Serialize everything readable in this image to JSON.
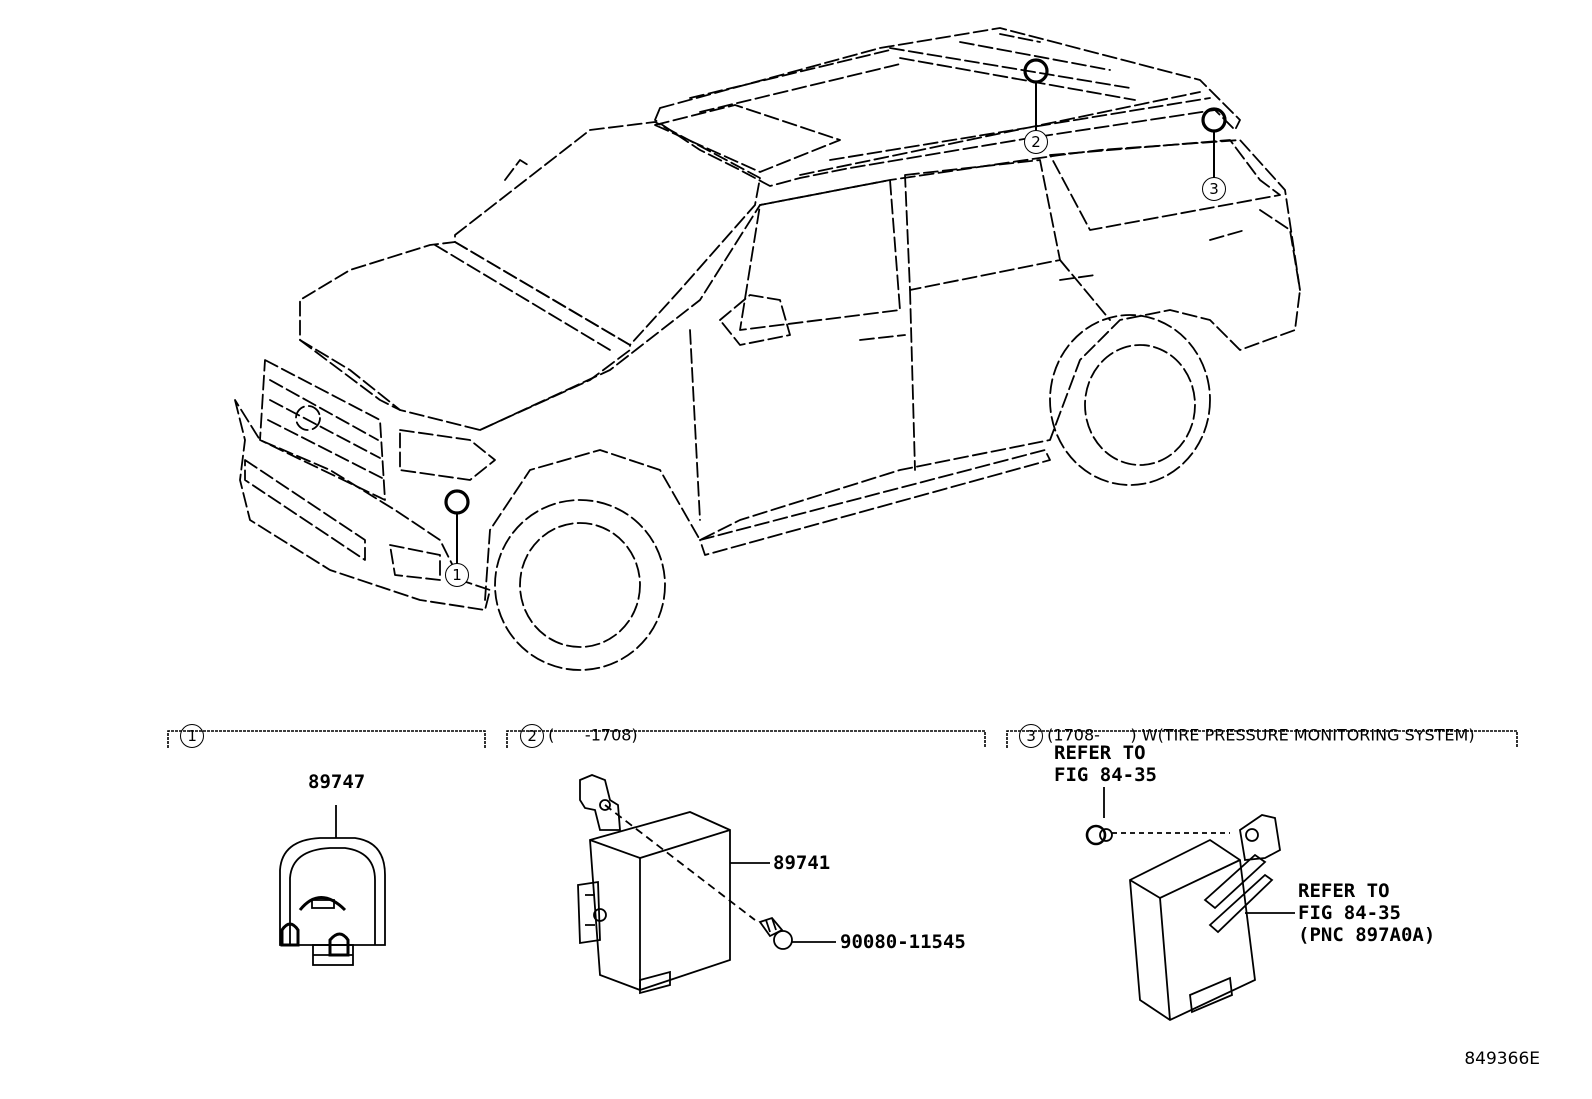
{
  "diagram_code": "849366E",
  "callouts": [
    {
      "num": "1"
    },
    {
      "num": "2"
    },
    {
      "num": "3"
    }
  ],
  "sections": [
    {
      "num": "1",
      "note": ""
    },
    {
      "num": "2",
      "note": "(      -1708)"
    },
    {
      "num": "3",
      "note": "(1708-      ) W(TIRE PRESSURE MONITORING SYSTEM)"
    }
  ],
  "parts": {
    "p89747": "89747",
    "p89741": "89741",
    "p90080": "90080-11545"
  },
  "refs": {
    "ref1_line1": "REFER TO",
    "ref1_line2": "FIG 84-35",
    "ref2_line1": "REFER TO",
    "ref2_line2": "FIG 84-35",
    "ref2_line3": "(PNC 897A0A)"
  }
}
